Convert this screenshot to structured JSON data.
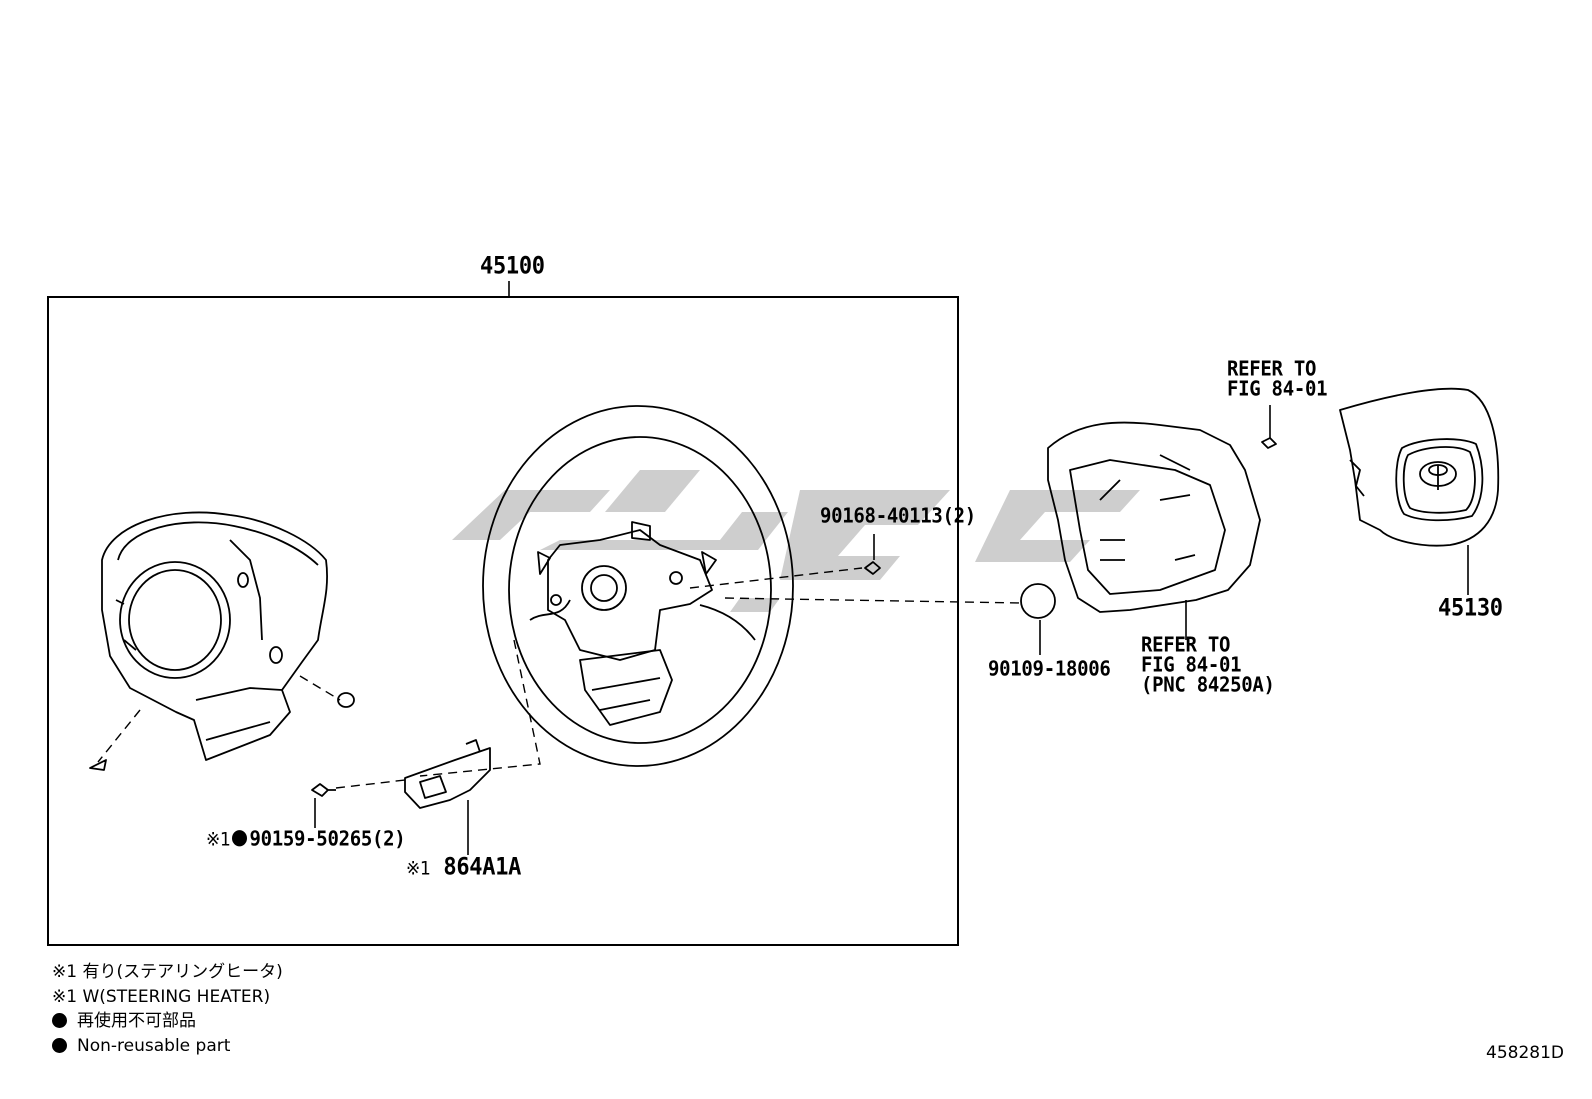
{
  "assembly": {
    "part_no": "45100"
  },
  "callouts": {
    "bolt_upper": "90168-40113(2)",
    "cap": "90109-18006",
    "horn_pad": "45130",
    "refer_screw_1": "REFER TO",
    "refer_screw_2": "FIG 84-01",
    "refer_cover_1": "REFER TO",
    "refer_cover_2": "FIG 84-01",
    "refer_cover_3": "(PNC 84250A)",
    "heater_bolt_mark": "※1",
    "heater_bolt": "90159-50265(2)",
    "heater_part_mark": "※1",
    "heater_part": "864A1A"
  },
  "notes": {
    "line1": "※1 有り(ステアリングヒータ)",
    "line2": "※1 W(STEERING HEATER)",
    "line3": "再使用不可部品",
    "line4": "Non-reusable part"
  },
  "figure_id": "458281D",
  "colors": {
    "line": "#000000",
    "watermark": "#c8c8c8",
    "background": "#ffffff"
  }
}
